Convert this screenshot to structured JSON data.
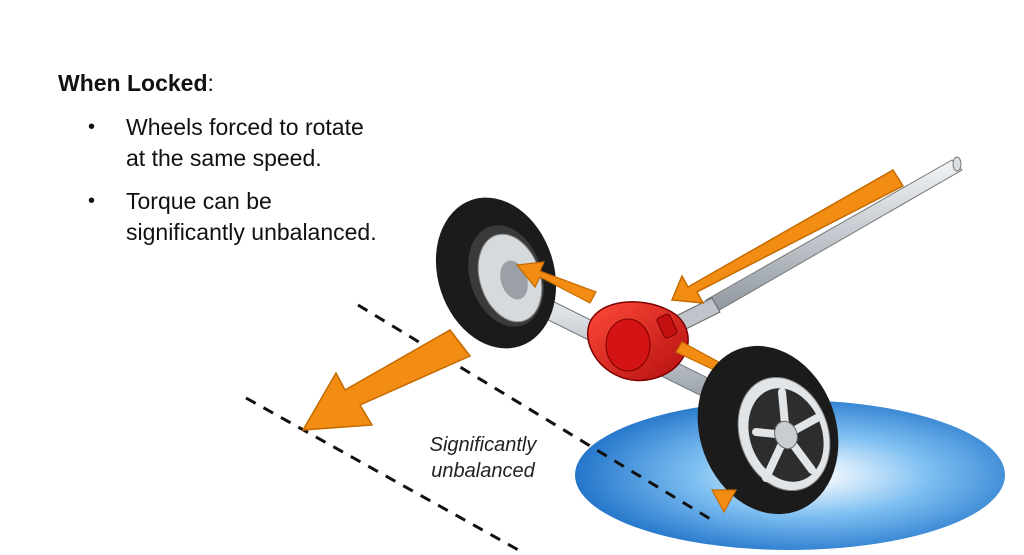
{
  "heading": {
    "title": "When Locked",
    "suffix": ":"
  },
  "bullets": [
    {
      "lines": [
        "Wheels forced to rotate",
        "at the same speed."
      ]
    },
    {
      "lines": [
        "Torque can be",
        "significantly unbalanced."
      ]
    }
  ],
  "annotation": {
    "lines": [
      "Significantly",
      "unbalanced"
    ]
  },
  "colors": {
    "arrow": "#f28c12",
    "differential": "#e01a1a",
    "tire": "#1b1b1b",
    "shaft": "#c9cdd2",
    "ground_spot": "#1e7fd6"
  },
  "icons": [
    "locked-axle-diagram",
    "wheel",
    "differential-housing",
    "driveshaft",
    "force-arrow"
  ]
}
